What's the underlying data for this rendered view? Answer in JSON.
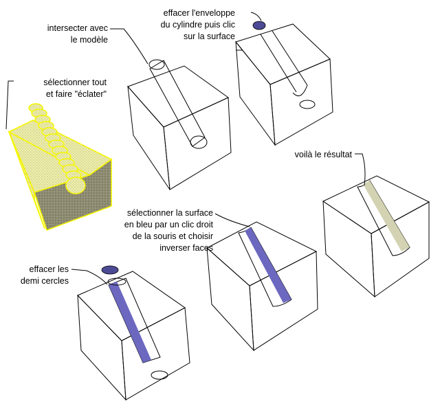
{
  "colors": {
    "top_face": "#eeeed3",
    "side_left": "#cfcfb2",
    "side_right": "#b9b99f",
    "cylinder": "#e6e5c4",
    "cylinder_shade": "#bdbc9a",
    "blue": "#8b87d9",
    "blue_dark": "#4d4a95",
    "selection": "#f5f500"
  },
  "captions": {
    "step1": [
      "sélectionner tout",
      "et faire \"éclater\""
    ],
    "step2": [
      "intersecter avec",
      "le modèle"
    ],
    "step3": [
      "effacer l'enveloppe",
      "du cylindre puis clic",
      "sur la surface"
    ],
    "step4": [
      "effacer les",
      "demi cercles"
    ],
    "step5": [
      "sélectionner la surface",
      "en bleu par un clic droit",
      "de la souris et choisir",
      "inverser faces"
    ],
    "step6": [
      "voilà le résultat"
    ]
  }
}
